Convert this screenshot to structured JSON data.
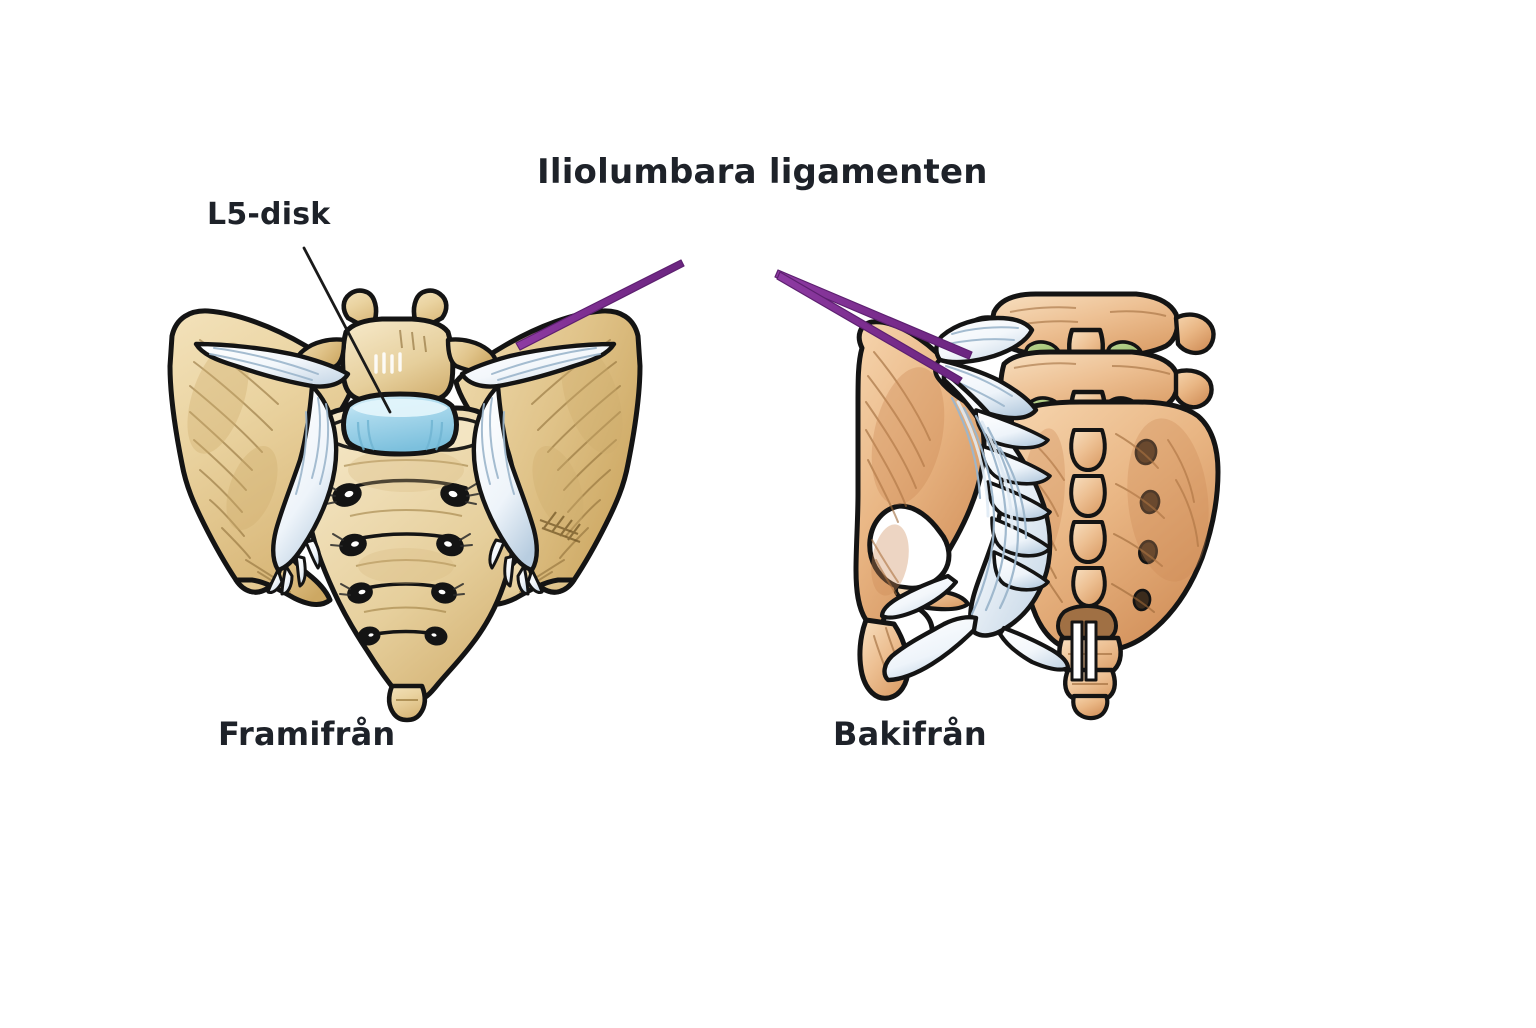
{
  "figure": {
    "title": "Iliolumbara ligamenten",
    "background_color": "#ffffff",
    "text_color": "#1e2229",
    "labels": {
      "title": "Iliolumbara ligamenten",
      "l5_disk": "L5-disk",
      "anterior_view": "Framifrån",
      "posterior_view": "Bakifrån"
    },
    "palette": {
      "bone_light": "#f0dcae",
      "bone_mid": "#e3c786",
      "bone_shade": "#d2ad63",
      "bone_deep": "#c09a52",
      "bone_orange_light": "#f2c79a",
      "bone_orange_mid": "#e5ac78",
      "bone_orange_shade": "#d2905a",
      "ligament_white": "#fdfdff",
      "ligament_shade": "#c5d6e6",
      "ligament_shade_deep": "#9cb6cc",
      "disk_blue": "#a8d8ec",
      "disk_blue_light": "#cdeaf6",
      "disk_blue_deep": "#7fc2de",
      "cartilage_green": "#a8c878",
      "cartilage_green_deep": "#8fb35e",
      "outline": "#141414",
      "pointer_purple": "#7b2d8e",
      "leader_black": "#1a1a1a"
    },
    "pointers": {
      "l5_disk_leader": {
        "from_label": "L5-disk",
        "points_to": "intervertebral disk"
      },
      "purple_left": {
        "count": 1,
        "points_to": "left iliolumbar ligament (anterior view)"
      },
      "purple_right": {
        "count": 2,
        "points_to": "iliolumbar ligament (posterior view)"
      }
    },
    "views": [
      {
        "name": "anterior",
        "caption": "Framifrån",
        "structures": [
          "ilium left",
          "ilium right",
          "sacrum",
          "L5 vertebra",
          "L5 intervertebral disk",
          "iliolumbar ligament left",
          "iliolumbar ligament right",
          "anterior sacral foramina"
        ],
        "foramina_count": 8
      },
      {
        "name": "posterior",
        "caption": "Bakifrån",
        "structures": [
          "ilium",
          "sacrum",
          "L4 vertebra",
          "L5 vertebra",
          "facet joints",
          "iliolumbar ligament",
          "sacrotuberous ligament",
          "sacrospinous ligament",
          "coccyx",
          "posterior sacral foramina"
        ],
        "facet_count": 4,
        "foramina_count": 4
      }
    ]
  }
}
